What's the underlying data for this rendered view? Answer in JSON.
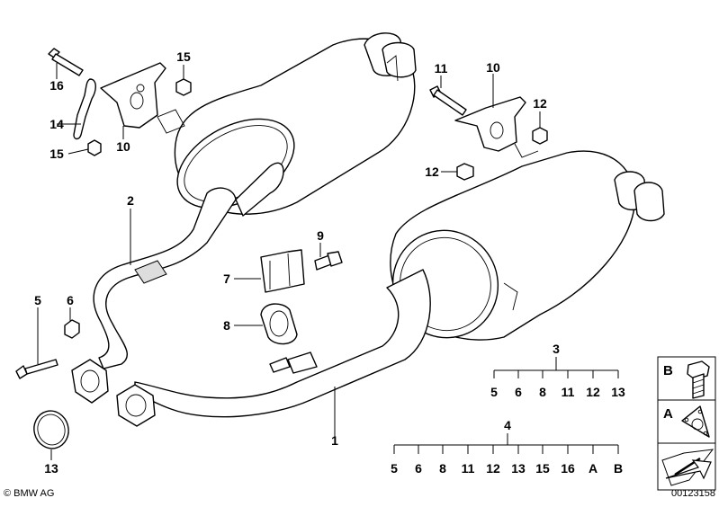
{
  "callouts": [
    "1",
    "2",
    "3",
    "5",
    "6",
    "7",
    "8",
    "9",
    "10",
    "10",
    "11",
    "12",
    "12",
    "13",
    "14",
    "15",
    "15",
    "16",
    "4"
  ],
  "set3": {
    "label": "3",
    "items": [
      "5",
      "6",
      "8",
      "11",
      "12",
      "13"
    ]
  },
  "set4": {
    "label": "4",
    "items": [
      "5",
      "6",
      "8",
      "11",
      "12",
      "13",
      "15",
      "16",
      "A",
      "B"
    ]
  },
  "legend": {
    "b": "B",
    "a": "A"
  },
  "footer": {
    "copyright": "© BMW AG",
    "id": "00123158"
  }
}
